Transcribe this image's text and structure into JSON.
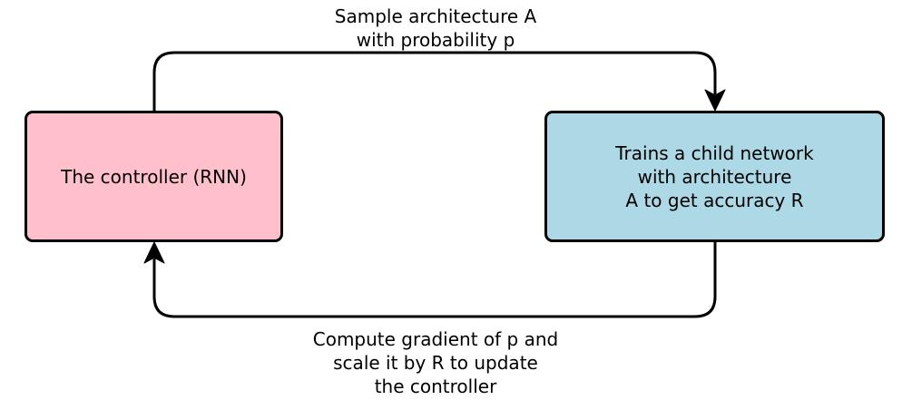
{
  "nodes": {
    "controller": {
      "label": "The controller (RNN)",
      "fill": "#ffc0cb"
    },
    "child": {
      "label": "Trains a child network\nwith architecture\nA to get accuracy R",
      "fill": "#add8e6"
    }
  },
  "edges": {
    "top": {
      "label": "Sample architecture A\nwith probability p"
    },
    "bottom": {
      "label": "Compute gradient of p and\nscale it by R to update\nthe controller"
    }
  },
  "stroke_color": "#000000"
}
